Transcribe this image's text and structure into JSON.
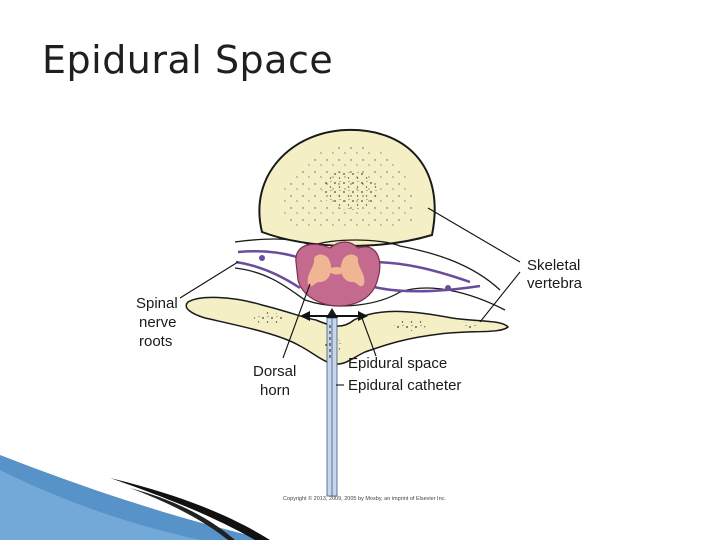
{
  "slide": {
    "title": "Epidural Space"
  },
  "diagram": {
    "labels": {
      "skeletal_line1": "Skeletal",
      "skeletal_line2": "vertebra",
      "spinal_line1": "Spinal",
      "spinal_line2": "nerve",
      "spinal_line3": "roots",
      "dorsal_line1": "Dorsal",
      "dorsal_line2": "horn",
      "epidural_space": "Epidural space",
      "epidural_catheter": "Epidural catheter"
    },
    "copyright": "Copyright © 2013, 2009, 2005 by Mosby, an imprint of Elsevier Inc.",
    "colors": {
      "bone": "#f4efc4",
      "bone_outline": "#1a1a1a",
      "cord_outer": "#c56a8f",
      "cord_inner": "#f0b593",
      "nerve": "#6a4c9c",
      "catheter": "#9fb3d1",
      "accent_blue": "#3a7fc0",
      "accent_dark": "#111111"
    }
  }
}
